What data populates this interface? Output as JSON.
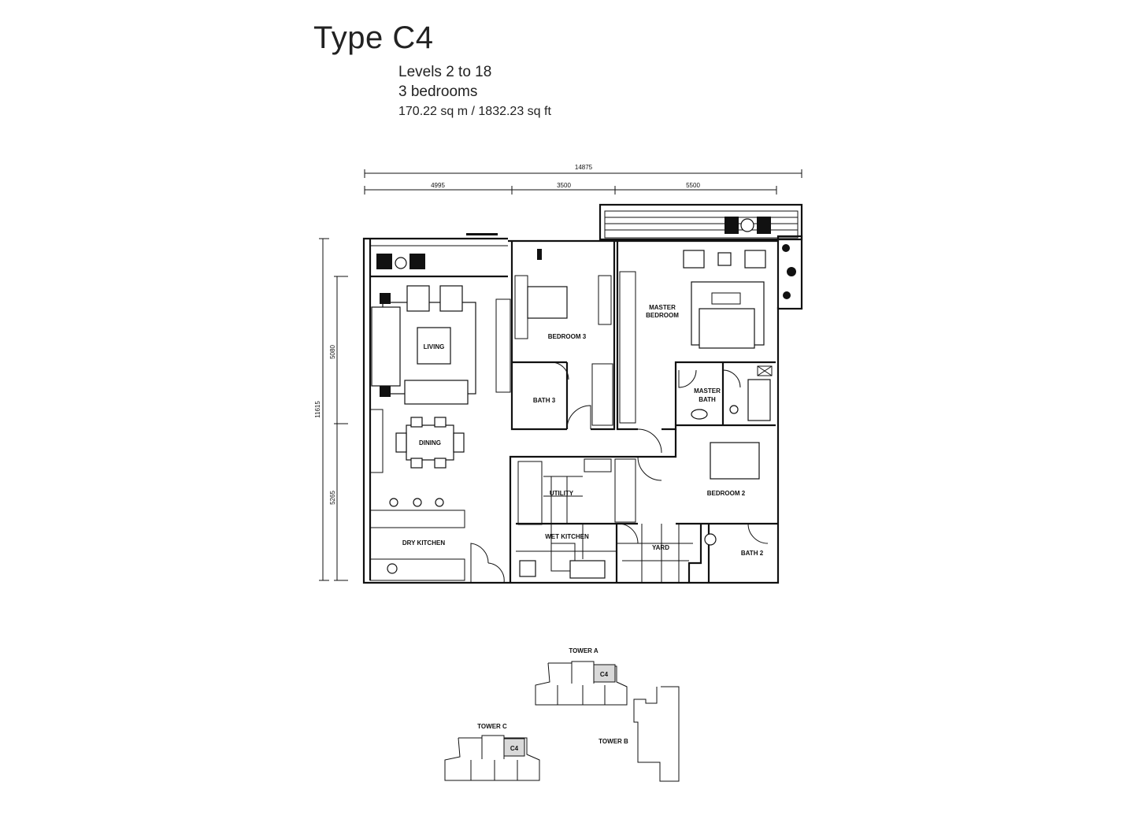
{
  "header": {
    "title": "Type C4",
    "levels": "Levels 2 to 18",
    "bedrooms": "3 bedrooms",
    "area": "170.22 sq m / 1832.23 sq ft"
  },
  "dimensions": {
    "overall_width": "14875",
    "widths": [
      "4995",
      "3500",
      "5500"
    ],
    "overall_depth": "11615",
    "depths": [
      "5080",
      "5265"
    ]
  },
  "rooms": {
    "living": "LIVING",
    "dining": "DINING",
    "dry_kitchen": "DRY KITCHEN",
    "bedroom3": "BEDROOM 3",
    "bath3": "BATH 3",
    "master_bedroom_1": "MASTER",
    "master_bedroom_2": "BEDROOM",
    "master_bath_1": "MASTER",
    "master_bath_2": "BATH",
    "bedroom2": "BEDROOM 2",
    "utility": "UTILITY",
    "wet_kitchen": "WET KITCHEN",
    "yard": "YARD",
    "bath2": "BATH 2"
  },
  "key_plan": {
    "tower_a": "TOWER A",
    "tower_b": "TOWER B",
    "tower_c": "TOWER C",
    "unit_a": "C4",
    "unit_c": "C4",
    "highlight_color": "#d9d9d9"
  }
}
